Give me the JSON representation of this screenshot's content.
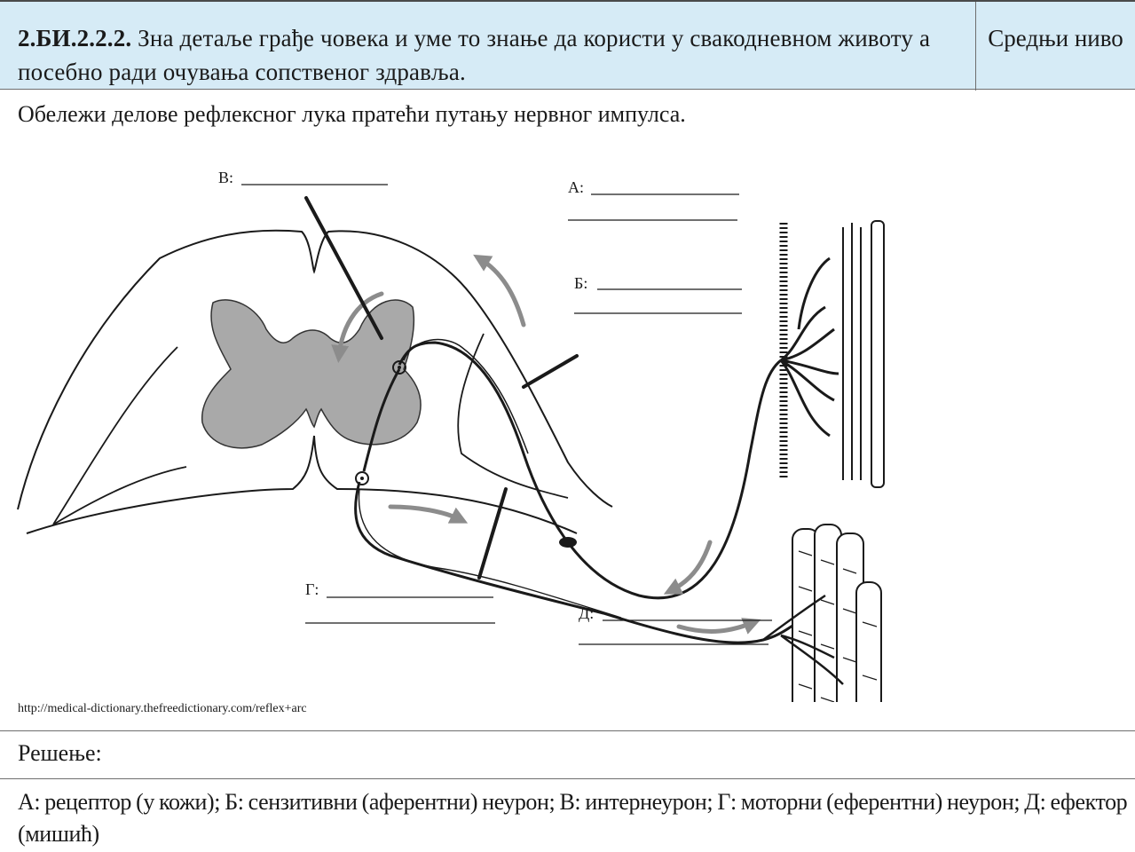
{
  "header": {
    "code": "2.БИ.2.2.2.",
    "text": "Зна детаље грађе човека и уме то знање да користи у свакодневном животу а посебно ради очувања сопственог здравља.",
    "level": "Средњи ниво"
  },
  "task": {
    "instruction": "Обележи делове рефлексног лука пратећи путању нервног импулса.",
    "labels": {
      "a": "А:",
      "b": "Б:",
      "v": "В:",
      "g": "Г:",
      "d": "Д:"
    },
    "source": "http://medical-dictionary.thefreedictionary.com/reflex+arc"
  },
  "solution": {
    "label": "Решење:",
    "text": "А: рецептор (у кожи); Б: сензитивни (аферентни) неурон; В: интернеурон; Г: моторни (еферентни) неурон; Д: ефектор (мишић)"
  },
  "colors": {
    "header_bg": "#d6ebf6",
    "gray_matter": "#a9a9a9",
    "arrow_gray": "#8c8c8c"
  }
}
